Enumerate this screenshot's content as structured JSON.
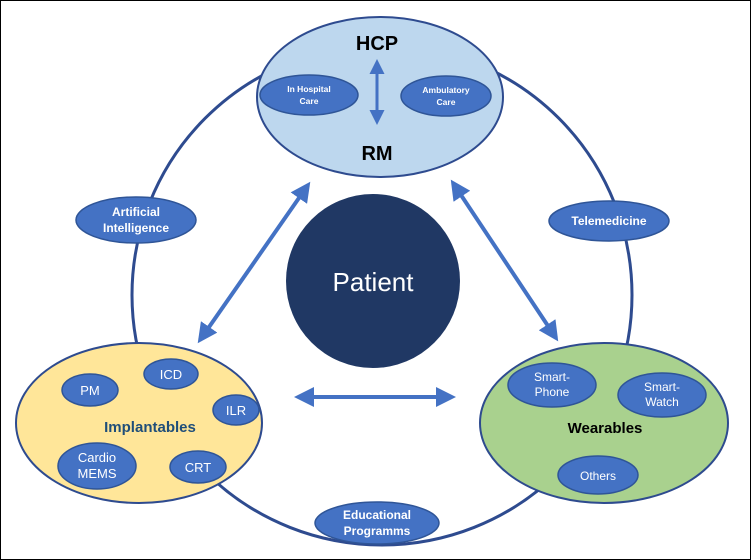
{
  "center": {
    "label": "Patient"
  },
  "hcp": {
    "top_label": "HCP",
    "bottom_label": "RM",
    "in_hospital": [
      "In Hospital",
      "Care"
    ],
    "ambulatory": [
      "Ambulatory",
      "Care"
    ]
  },
  "implantables": {
    "title": "Implantables",
    "icd": "ICD",
    "pm": "PM",
    "ilr": "ILR",
    "cardiomems": [
      "Cardio",
      "MEMS"
    ],
    "crt": "CRT"
  },
  "wearables": {
    "title": "Wearables",
    "smartphone": [
      "Smart-",
      "Phone"
    ],
    "smartwatch": [
      "Smart-",
      "Watch"
    ],
    "others": "Others"
  },
  "connectors": {
    "ai": [
      "Artificial",
      "Intelligence"
    ],
    "telemedicine": "Telemedicine",
    "education": [
      "Educational",
      "Programms"
    ]
  },
  "colors": {
    "ring": "#2e4b8f",
    "patient": "#203864",
    "hcp_fill": "#bdd7ee",
    "implant_fill": "#ffe699",
    "wear_fill": "#a9d18e",
    "pill_fill": "#4472c4",
    "pill_stroke": "#2f5597",
    "arrow": "#4472c4"
  }
}
